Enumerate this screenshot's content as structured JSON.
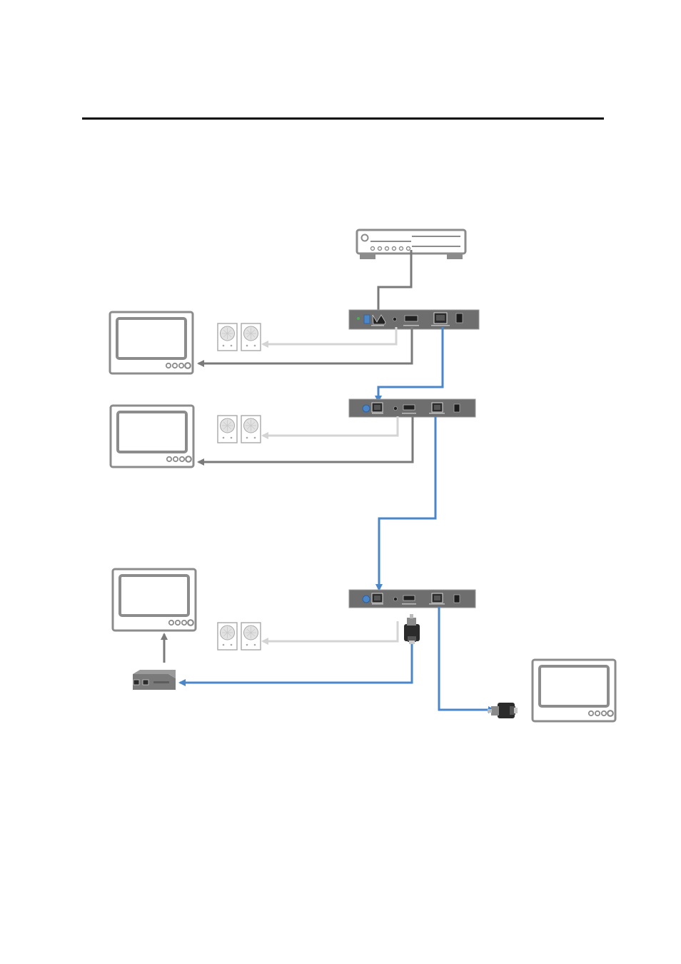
{
  "page": {
    "background": "#ffffff"
  },
  "colors": {
    "rule": "#000000",
    "device_outline": "#8c8c8c",
    "device_body": "#6f6f6f",
    "hdmi_line": "#7a7a7a",
    "audio_line": "#d4d4d4",
    "network_line": "#4a86c8",
    "port_dark": "#2a2a2a",
    "port_light": "#d8d8d8"
  },
  "devices": {
    "source": "dvd-player-icon",
    "transmitter": "hdmi-extender-transmitter",
    "receiver_1": "hdmi-extender-receiver",
    "receiver_2": "hdmi-extender-receiver",
    "converter": "media-converter-icon",
    "adapter_1": "rj45-adapter-icon",
    "adapter_2": "rj45-adapter-icon",
    "displays": [
      "monitor-icon",
      "monitor-icon",
      "monitor-icon",
      "monitor-icon"
    ],
    "speakers": [
      "speaker-pair-icon",
      "speaker-pair-icon",
      "speaker-pair-icon"
    ]
  }
}
